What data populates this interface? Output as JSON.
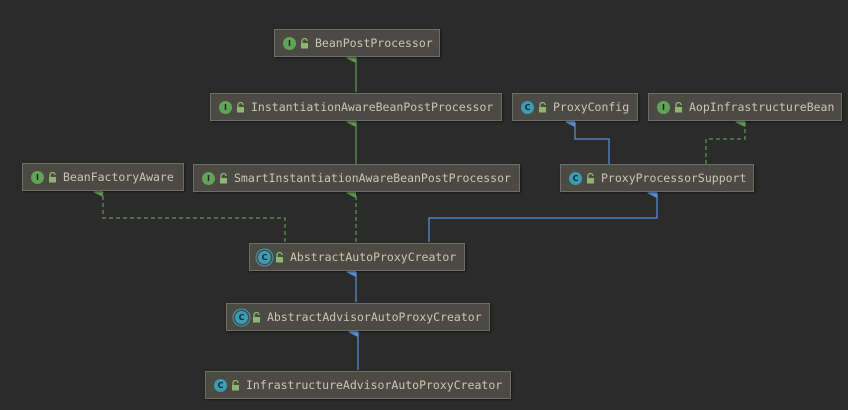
{
  "colors": {
    "background": "#2b2b2b",
    "node_fill": "#4b4a43",
    "implements_edge": "#629755",
    "extends_edge": "#5e8fd6",
    "interface_badge": "#62a35a",
    "class_badge": "#3e9bb4"
  },
  "nodes": [
    {
      "id": "bean-post-processor",
      "label": "BeanPostProcessor",
      "kind": "interface",
      "badge": "I"
    },
    {
      "id": "instantiation-aware-bean-post-processor",
      "label": "InstantiationAwareBeanPostProcessor",
      "kind": "interface",
      "badge": "I"
    },
    {
      "id": "proxy-config",
      "label": "ProxyConfig",
      "kind": "class",
      "badge": "C"
    },
    {
      "id": "aop-infrastructure-bean",
      "label": "AopInfrastructureBean",
      "kind": "interface",
      "badge": "I"
    },
    {
      "id": "bean-factory-aware",
      "label": "BeanFactoryAware",
      "kind": "interface",
      "badge": "I"
    },
    {
      "id": "smart-instantiation-aware-bean-post-processor",
      "label": "SmartInstantiationAwareBeanPostProcessor",
      "kind": "interface",
      "badge": "I"
    },
    {
      "id": "proxy-processor-support",
      "label": "ProxyProcessorSupport",
      "kind": "class",
      "badge": "C"
    },
    {
      "id": "abstract-auto-proxy-creator",
      "label": "AbstractAutoProxyCreator",
      "kind": "abstract",
      "badge": "C"
    },
    {
      "id": "abstract-advisor-auto-proxy-creator",
      "label": "AbstractAdvisorAutoProxyCreator",
      "kind": "abstract",
      "badge": "C"
    },
    {
      "id": "infrastructure-advisor-auto-proxy-creator",
      "label": "InfrastructureAdvisorAutoProxyCreator",
      "kind": "class",
      "badge": "C"
    }
  ],
  "edges": [
    {
      "from": "instantiation-aware-bean-post-processor",
      "to": "bean-post-processor",
      "type": "extends-interface"
    },
    {
      "from": "smart-instantiation-aware-bean-post-processor",
      "to": "instantiation-aware-bean-post-processor",
      "type": "extends-interface"
    },
    {
      "from": "proxy-processor-support",
      "to": "proxy-config",
      "type": "extends"
    },
    {
      "from": "proxy-processor-support",
      "to": "aop-infrastructure-bean",
      "type": "implements"
    },
    {
      "from": "abstract-auto-proxy-creator",
      "to": "bean-factory-aware",
      "type": "implements"
    },
    {
      "from": "abstract-auto-proxy-creator",
      "to": "smart-instantiation-aware-bean-post-processor",
      "type": "implements"
    },
    {
      "from": "abstract-auto-proxy-creator",
      "to": "proxy-processor-support",
      "type": "extends"
    },
    {
      "from": "abstract-advisor-auto-proxy-creator",
      "to": "abstract-auto-proxy-creator",
      "type": "extends"
    },
    {
      "from": "infrastructure-advisor-auto-proxy-creator",
      "to": "abstract-advisor-auto-proxy-creator",
      "type": "extends"
    }
  ]
}
